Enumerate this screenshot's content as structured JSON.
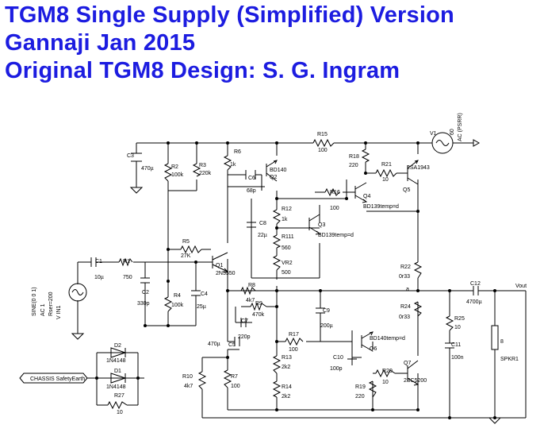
{
  "title": {
    "line1": "TGM8 Single Supply (Simplified) Version",
    "line2": "Gannaji  Jan 2015",
    "line3": "Original TGM8 Design: S. G. Ingram"
  },
  "components": {
    "C3": {
      "ref": "C3",
      "value": "470µ"
    },
    "R2": {
      "ref": "R2",
      "value": "100k"
    },
    "R3": {
      "ref": "R3",
      "value": "220k"
    },
    "R6": {
      "ref": "R6",
      "value": "1k"
    },
    "Q2": {
      "ref": "Q2",
      "value": "BD140"
    },
    "C6": {
      "ref": "C6",
      "value": "68p"
    },
    "R15": {
      "ref": "R15",
      "value": "100"
    },
    "R18": {
      "ref": "R18",
      "value": "220"
    },
    "R21": {
      "ref": "R21",
      "value": "10"
    },
    "Q5": {
      "ref": "Q5",
      "value": "2SA1943"
    },
    "V1": {
      "ref": "V1",
      "value": "60",
      "extra": "AC (PSRR)"
    },
    "R16": {
      "ref": "R16",
      "value": "100"
    },
    "Q4": {
      "ref": "Q4",
      "value": "BD139temp=d"
    },
    "R12": {
      "ref": "R12",
      "value": "1k"
    },
    "C8": {
      "ref": "C8",
      "value": "22µ"
    },
    "Q3": {
      "ref": "Q3",
      "value": "BD139temp=d"
    },
    "R111": {
      "ref": "R111",
      "value": "560"
    },
    "VR2": {
      "ref": "VR2",
      "value": "500"
    },
    "R5": {
      "ref": "R5",
      "value": "27K"
    },
    "C1": {
      "ref": "C1",
      "value": "10µ"
    },
    "R1": {
      "ref": "R1",
      "value": "750"
    },
    "Q1": {
      "ref": "Q1",
      "value": "2N5550"
    },
    "C2": {
      "ref": "C2",
      "value": "330p"
    },
    "R4": {
      "ref": "R4",
      "value": "100k"
    },
    "C4": {
      "ref": "C4",
      "value": "25µ"
    },
    "VIN1": {
      "ref": "V IN1",
      "line1": "SINE(0 0 1)",
      "line2": "AC 1",
      "line3": "Rser=200"
    },
    "R8": {
      "ref": "R8",
      "value": "4k7"
    },
    "R9": {
      "ref": "R9",
      "value": "470k"
    },
    "C7": {
      "ref": "C7",
      "value": "220p"
    },
    "R22": {
      "ref": "R22",
      "value": "0r33"
    },
    "C12": {
      "ref": "C12",
      "value": "4700µ"
    },
    "R24": {
      "ref": "R24",
      "value": "0r33"
    },
    "C9": {
      "ref": "C9",
      "value": "200µ"
    },
    "R25": {
      "ref": "R25",
      "value": "10"
    },
    "C11": {
      "ref": "C11",
      "value": "100n"
    },
    "SPKR": {
      "ref": "8",
      "value": "SPKR1"
    },
    "C5": {
      "ref": "C5",
      "value": "470µ"
    },
    "R17": {
      "ref": "R17",
      "value": "100"
    },
    "Q6": {
      "ref": "Q6",
      "value": "BD140temp=d"
    },
    "R13": {
      "ref": "R13",
      "value": "2k2"
    },
    "C10": {
      "ref": "C10",
      "value": "100p"
    },
    "R10": {
      "ref": "R10",
      "value": "4k7"
    },
    "R7": {
      "ref": "R7",
      "value": "100"
    },
    "R14": {
      "ref": "R14",
      "value": "2k2"
    },
    "R19": {
      "ref": "R19",
      "value": "220"
    },
    "R20": {
      "ref": "R20",
      "value": "10"
    },
    "Q7": {
      "ref": "Q7",
      "value": "2SC5200"
    },
    "D2": {
      "ref": "D2",
      "value": "1N4148"
    },
    "D1": {
      "ref": "D1",
      "value": "1N4148"
    },
    "R27": {
      "ref": "R27",
      "value": "10"
    }
  },
  "nets": {
    "chassis": "CHASSIS SafetyEarth",
    "vout": "Vout",
    "node_a": "a"
  }
}
